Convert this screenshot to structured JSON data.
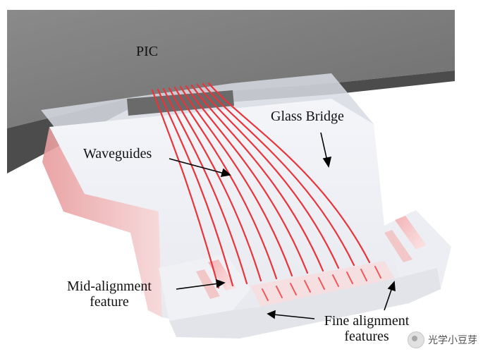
{
  "labels": {
    "pic": "PIC",
    "glass_bridge": "Glass Bridge",
    "waveguides": "Waveguides",
    "mid_alignment_line1": "Mid-alignment",
    "mid_alignment_line2": "feature",
    "fine_alignment_line1": "Fine alignment",
    "fine_alignment_line2": "features"
  },
  "watermark": {
    "text": "光学小豆芽"
  },
  "colors": {
    "pic_top": "#7a7a7a",
    "pic_side": "#4a4a4a",
    "glass": "#eef0f5",
    "waveguide": "#e8343a",
    "arrow": "#000000"
  }
}
